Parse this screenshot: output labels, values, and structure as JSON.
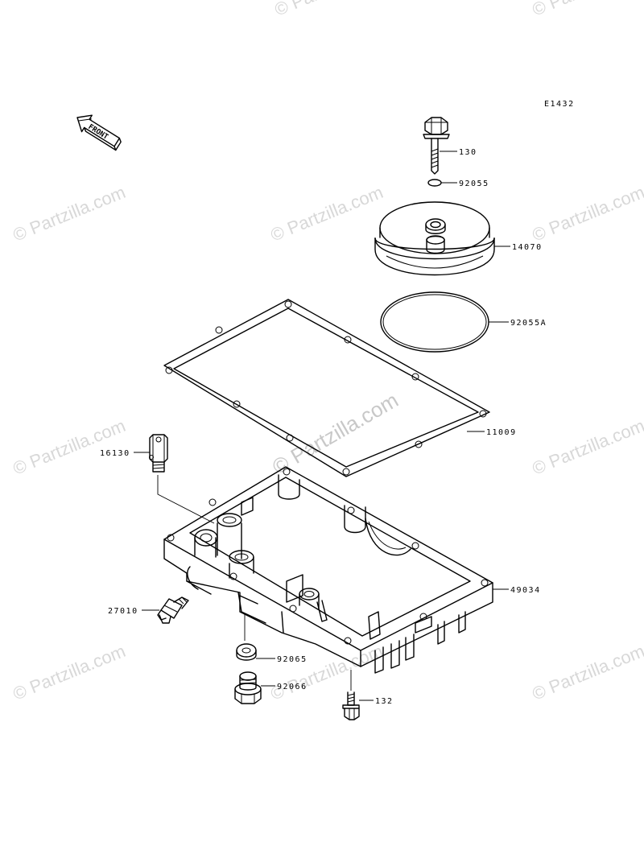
{
  "diagram": {
    "code": "E1432",
    "front_arrow": "FRONT",
    "watermark": "© Partzilla.com",
    "parts": [
      {
        "id": "bolt",
        "number": "130"
      },
      {
        "id": "small-o-ring",
        "number": "92055"
      },
      {
        "id": "filter-cover",
        "number": "14070"
      },
      {
        "id": "large-o-ring",
        "number": "92055A"
      },
      {
        "id": "gasket",
        "number": "11009"
      },
      {
        "id": "fitting",
        "number": "16130"
      },
      {
        "id": "oil-pan",
        "number": "49034"
      },
      {
        "id": "switch",
        "number": "27010"
      },
      {
        "id": "washer",
        "number": "92065"
      },
      {
        "id": "drain-plug",
        "number": "92066"
      },
      {
        "id": "pan-bolt",
        "number": "132"
      }
    ]
  }
}
